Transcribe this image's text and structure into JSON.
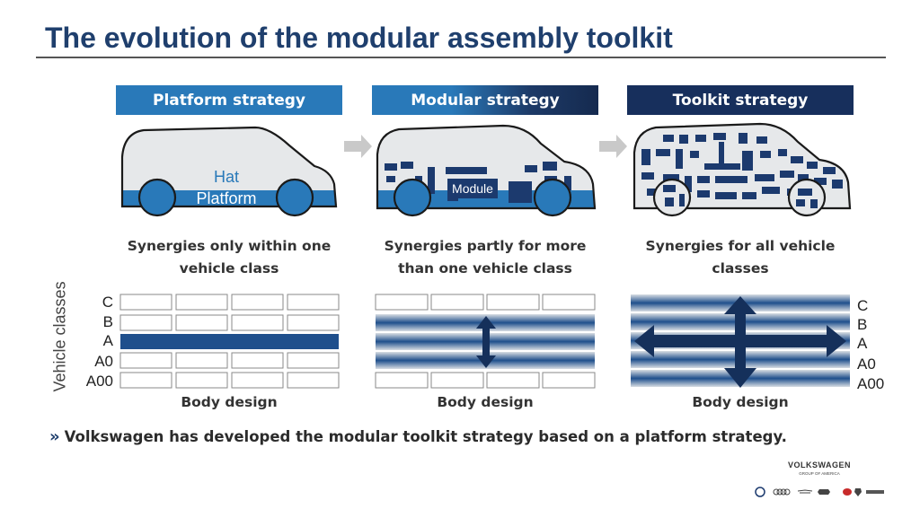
{
  "title": "The evolution of the modular assembly toolkit",
  "strategies": [
    {
      "label": "Platform strategy",
      "synergy_line1": "Synergies only within one",
      "synergy_line2": "vehicle class",
      "body_label": "Body design"
    },
    {
      "label": "Modular strategy",
      "synergy_line1": "Synergies partly for more",
      "synergy_line2": "than one vehicle class",
      "body_label": "Body design"
    },
    {
      "label": "Toolkit strategy",
      "synergy_line1": "Synergies for all vehicle",
      "synergy_line2": "classes",
      "body_label": "Body design"
    }
  ],
  "car_labels": {
    "hat": "Hat",
    "platform": "Platform",
    "module": "Module"
  },
  "vehicle_classes_label": "Vehicle classes",
  "vehicle_classes": [
    "C",
    "B",
    "A",
    "A0",
    "A00"
  ],
  "conclusion": "Volkswagen has developed the modular toolkit strategy based on a platform strategy.",
  "conclusion_marker": "»",
  "brand": {
    "name": "VOLKSWAGEN",
    "subtitle": "GROUP OF AMERICA"
  },
  "colors": {
    "title": "#1f3f6d",
    "platform_blue": "#2979b9",
    "dark_navy": "#172f5c",
    "arrow_gray": "#c9c9c9"
  }
}
